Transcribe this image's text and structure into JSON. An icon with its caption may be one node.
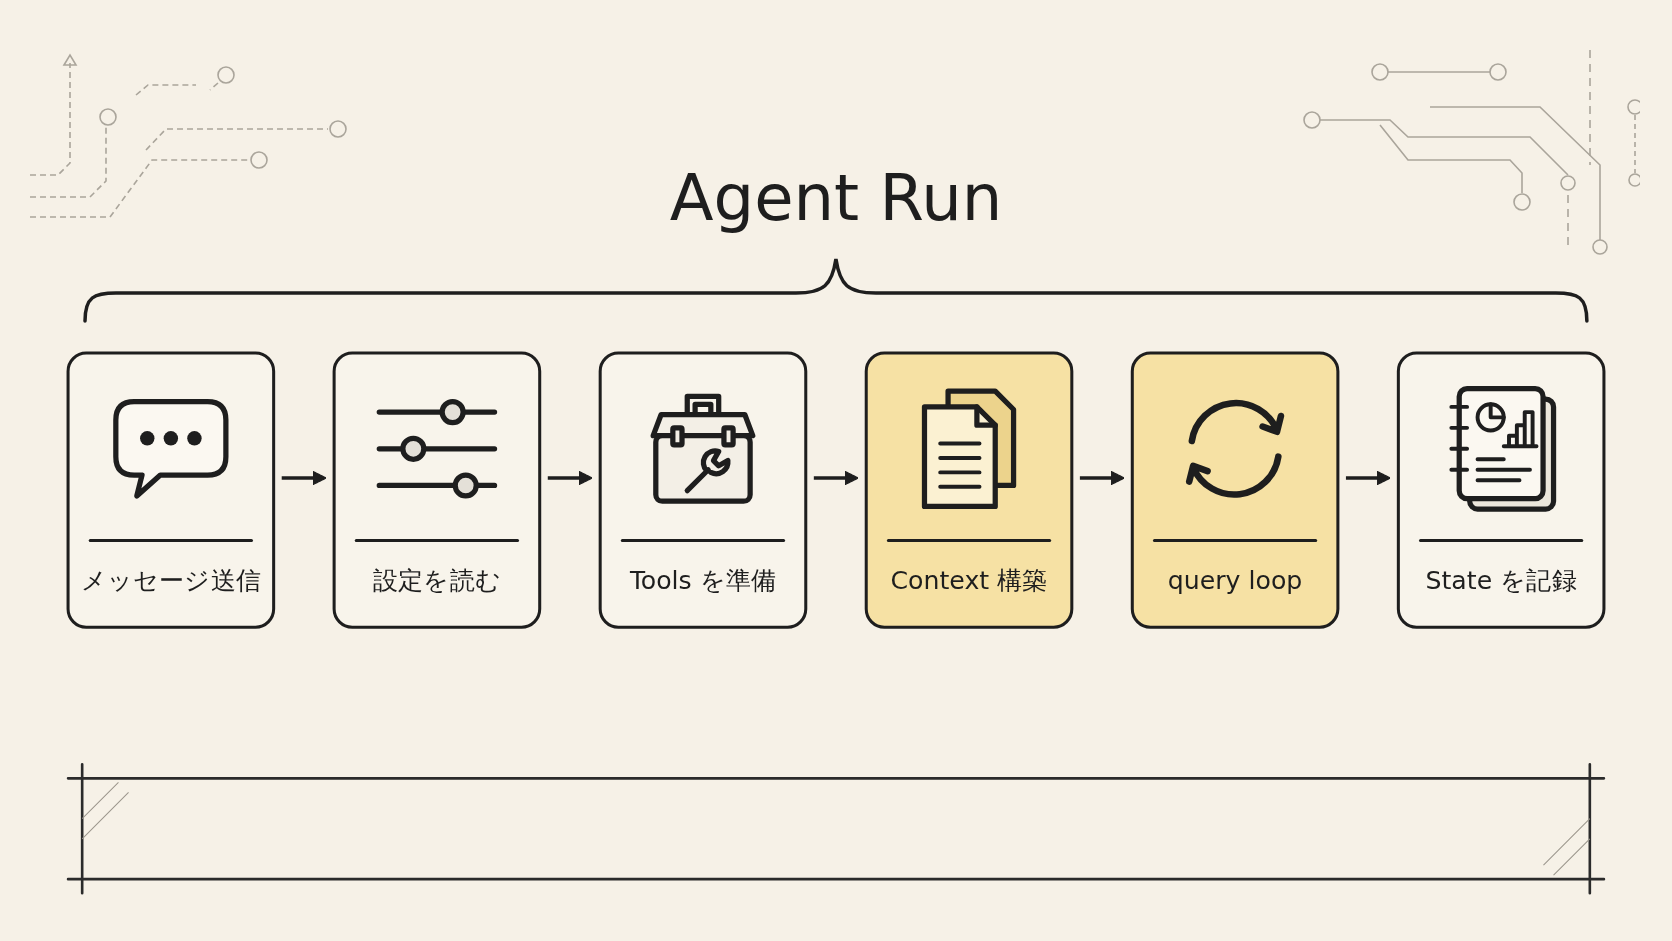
{
  "diagram": {
    "title": "Agent Run",
    "nodes": [
      {
        "text": [
          "メッセージ送信"
        ]
      },
      {
        "text": [
          "設定を読む"
        ]
      },
      {
        "text": [
          "Tools を準備"
        ]
      },
      {
        "text": [
          "Context 構築"
        ]
      },
      {
        "text": [
          "query loop"
        ]
      },
      {
        "text": [
          "State を記録"
        ]
      },
      {
        "text": [],
        "shape": "bar"
      }
    ],
    "edges": [
      {
        "from": 0,
        "to": 1,
        "arrow": "to"
      },
      {
        "from": 1,
        "to": 2,
        "arrow": "to"
      },
      {
        "from": 2,
        "to": 3,
        "arrow": "to"
      },
      {
        "from": 3,
        "to": 4,
        "arrow": "to"
      },
      {
        "from": 4,
        "to": 5,
        "arrow": "to"
      }
    ]
  }
}
